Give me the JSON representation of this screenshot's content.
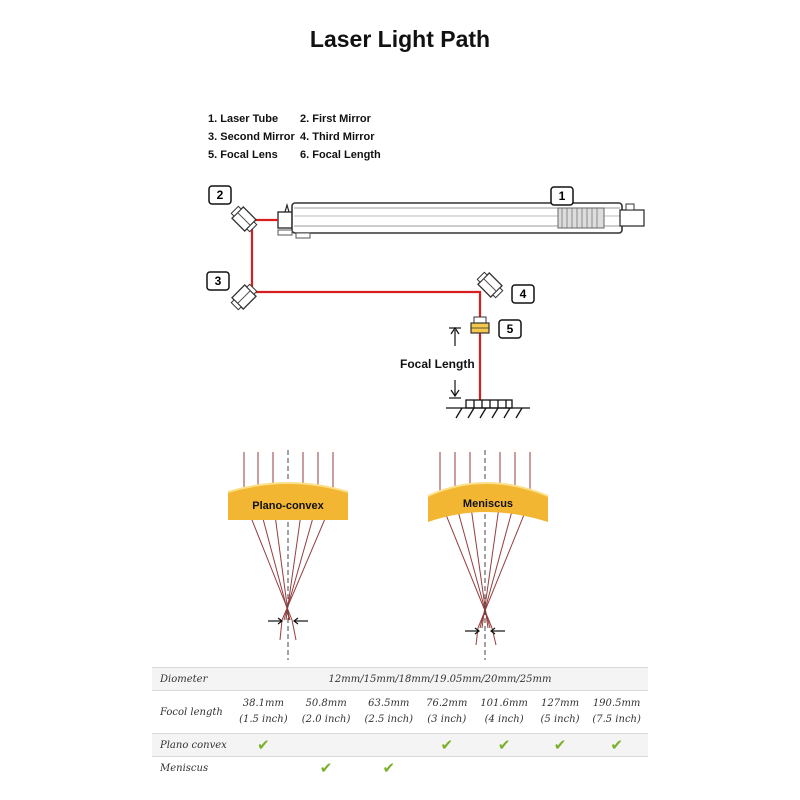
{
  "title": "Laser Light Path",
  "legend": [
    [
      "1. Laser Tube",
      "2. First Mirror"
    ],
    [
      "3. Second Mirror",
      "4. Third Mirror"
    ],
    [
      "5. Focal Lens",
      "6. Focal Length"
    ]
  ],
  "callouts": [
    "1",
    "2",
    "3",
    "4",
    "5"
  ],
  "focal_length_label": "Focal Length",
  "lens_labels": {
    "plano": "Plano-convex",
    "meniscus": "Meniscus"
  },
  "colors": {
    "beam": "#d81f1f",
    "lens": "#f2b632",
    "check": "#7ab02a"
  },
  "table": {
    "diameter_label": "Diometer",
    "diameter_value": "12mm/15mm/18mm/19.05mm/20mm/25mm",
    "focal_label": "Focol length",
    "focal_lengths": [
      {
        "mm": "38.1mm",
        "inch": "(1.5 inch)"
      },
      {
        "mm": "50.8mm",
        "inch": "(2.0 inch)"
      },
      {
        "mm": "63.5mm",
        "inch": "(2.5 inch)"
      },
      {
        "mm": "76.2mm",
        "inch": "(3 inch)"
      },
      {
        "mm": "101.6mm",
        "inch": "(4 inch)"
      },
      {
        "mm": "127mm",
        "inch": "(5 inch)"
      },
      {
        "mm": "190.5mm",
        "inch": "(7.5 inch)"
      }
    ],
    "plano_label": "Plano convex",
    "plano_checks": [
      true,
      false,
      false,
      true,
      true,
      true,
      true
    ],
    "meniscus_label": "Meniscus",
    "meniscus_checks": [
      false,
      true,
      true,
      false,
      false,
      false,
      false
    ],
    "check_mark": "✔"
  }
}
